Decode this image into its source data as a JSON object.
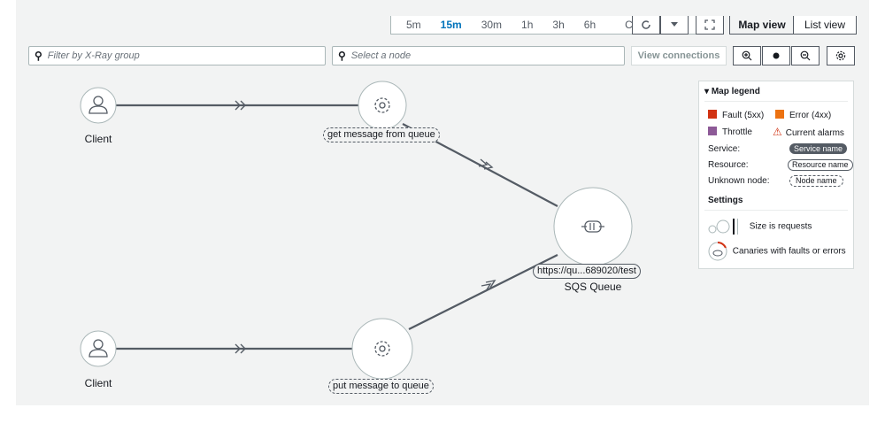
{
  "time_range": {
    "options": [
      "5m",
      "15m",
      "30m",
      "1h",
      "3h",
      "6h",
      "Custom"
    ],
    "selected": "15m"
  },
  "toolbar": {
    "refresh_icon": "refresh-icon",
    "dropdown_icon": "caret-down-icon",
    "fullscreen_icon": "expand-icon",
    "map_view_label": "Map view",
    "list_view_label": "List view"
  },
  "filters": {
    "group_placeholder": "Filter by X-Ray group",
    "node_placeholder": "Select a node",
    "view_connections_label": "View connections"
  },
  "map": {
    "nodes": {
      "client_top": {
        "label": "Client"
      },
      "get_message": {
        "label": "get message from queue"
      },
      "sqs": {
        "name": "https://qu...689020/test",
        "type_label": "SQS Queue"
      },
      "client_bottom": {
        "label": "Client"
      },
      "put_message": {
        "label": "put message to queue"
      }
    }
  },
  "legend": {
    "title": "Map legend",
    "fault": "Fault (5xx)",
    "error": "Error (4xx)",
    "throttle": "Throttle",
    "alarms": "Current alarms",
    "service_label": "Service:",
    "service_pill": "Service name",
    "resource_label": "Resource:",
    "resource_pill": "Resource name",
    "unknown_label": "Unknown node:",
    "unknown_pill": "Node name",
    "settings_title": "Settings",
    "size_label": "Size is requests",
    "canaries_label": "Canaries with faults or errors",
    "colors": {
      "fault": "#d13212",
      "error": "#ec7211",
      "throttle": "#8d5a97",
      "alarm": "#d13212"
    }
  }
}
